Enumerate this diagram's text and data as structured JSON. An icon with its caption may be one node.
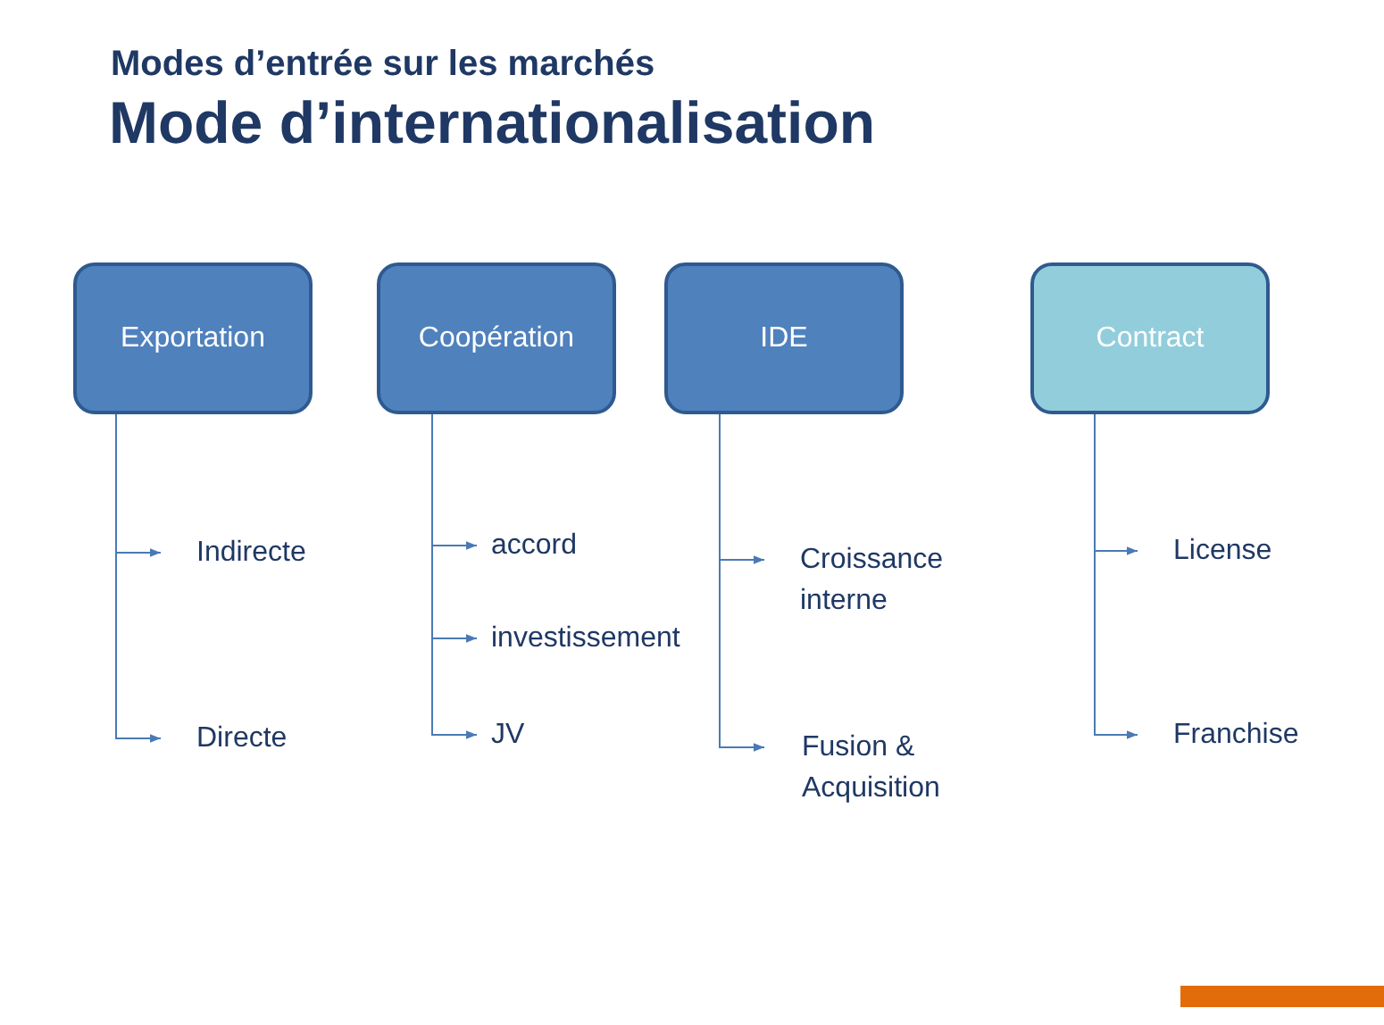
{
  "diagram": {
    "title": "Mode d’internationalisation",
    "nodes": [
      {
        "text": [
          "Exportation"
        ]
      },
      {
        "text": [
          "Coopération"
        ]
      },
      {
        "text": [
          "IDE"
        ]
      },
      {
        "text": [
          "Contract"
        ]
      },
      {
        "text": [
          "Indirecte"
        ]
      },
      {
        "text": [
          "Directe"
        ]
      },
      {
        "text": [
          "accord"
        ]
      },
      {
        "text": [
          "investissement"
        ]
      },
      {
        "text": [
          "JV"
        ]
      },
      {
        "text": [
          "Croissance interne"
        ]
      },
      {
        "text": [
          "Fusion & Acquisition"
        ]
      },
      {
        "text": [
          "License"
        ]
      },
      {
        "text": [
          "Franchise"
        ]
      }
    ],
    "edges": [
      {
        "from": 0,
        "to": 4,
        "arrow": "to"
      },
      {
        "from": 0,
        "to": 5,
        "arrow": "to"
      },
      {
        "from": 1,
        "to": 6,
        "arrow": "to"
      },
      {
        "from": 1,
        "to": 7,
        "arrow": "to"
      },
      {
        "from": 1,
        "to": 8,
        "arrow": "to"
      },
      {
        "from": 2,
        "to": 9,
        "arrow": "to"
      },
      {
        "from": 2,
        "to": 10,
        "arrow": "to"
      },
      {
        "from": 3,
        "to": 11,
        "arrow": "to"
      },
      {
        "from": 3,
        "to": 12,
        "arrow": "to"
      }
    ],
    "labels": [
      "Modes d’entrée sur les marchés"
    ]
  }
}
